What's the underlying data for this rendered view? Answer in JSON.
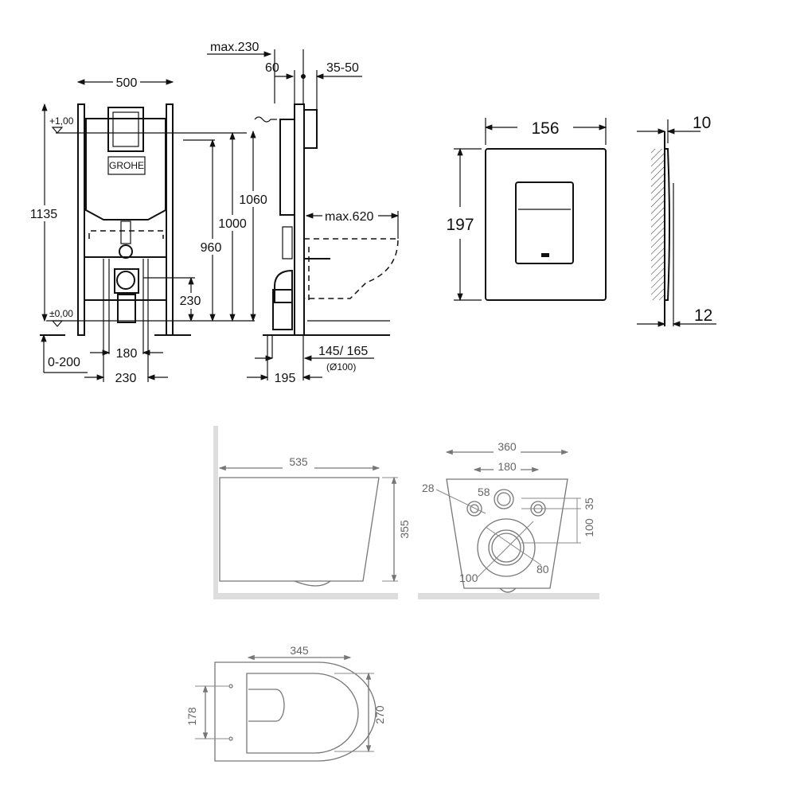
{
  "frame_drawing": {
    "width": "500",
    "height_total": "1135",
    "level_top": "+1,00",
    "level_zero": "±0,00",
    "h_1000": "1000",
    "h_960": "960",
    "h_230": "230",
    "h_1060": "1060",
    "d_0_200": "0-200",
    "d_180": "180",
    "d_230_bottom": "230",
    "max_230": "max.230",
    "d_60": "60",
    "d_35_50": "35-50",
    "max_620": "max.620",
    "d_145_165": "145/ 165",
    "d_dia100": "(Ø100)",
    "d_195": "195",
    "brand": "GROHE"
  },
  "flush_plate": {
    "width": "156",
    "height": "197",
    "depth_top": "10",
    "depth_bottom": "12"
  },
  "toilet_side": {
    "length": "535",
    "height": "355"
  },
  "toilet_back": {
    "width": "360",
    "bolt_spacing": "180",
    "bolt_dia": "28",
    "inlet_dia": "58",
    "d_35": "35",
    "d_100": "100",
    "outlet_outer": "100",
    "outlet_inner": "80"
  },
  "toilet_top": {
    "depth": "345",
    "bolt_spacing": "178",
    "width": "270"
  }
}
